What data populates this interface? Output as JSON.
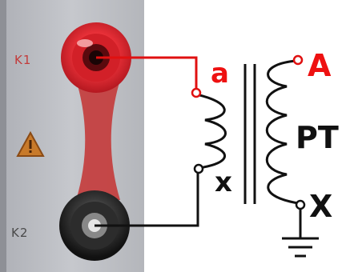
{
  "front_panel": {
    "top_jack_label": "K1",
    "bottom_jack_label": "K2",
    "warning_icon": "warning-triangle-icon"
  },
  "transformer": {
    "primary_start_label": "a",
    "primary_end_label": "x",
    "secondary_start_label": "A",
    "secondary_end_label": "X",
    "name_label": "PT",
    "ground_icon": "ground-icon"
  },
  "colors": {
    "red_wire": "#e01010",
    "black_wire": "#111111",
    "panel": "#bdbfc4",
    "jack_red": "#d8202a",
    "jack_black": "#2a2a2a",
    "label_red": "#ee1111"
  }
}
